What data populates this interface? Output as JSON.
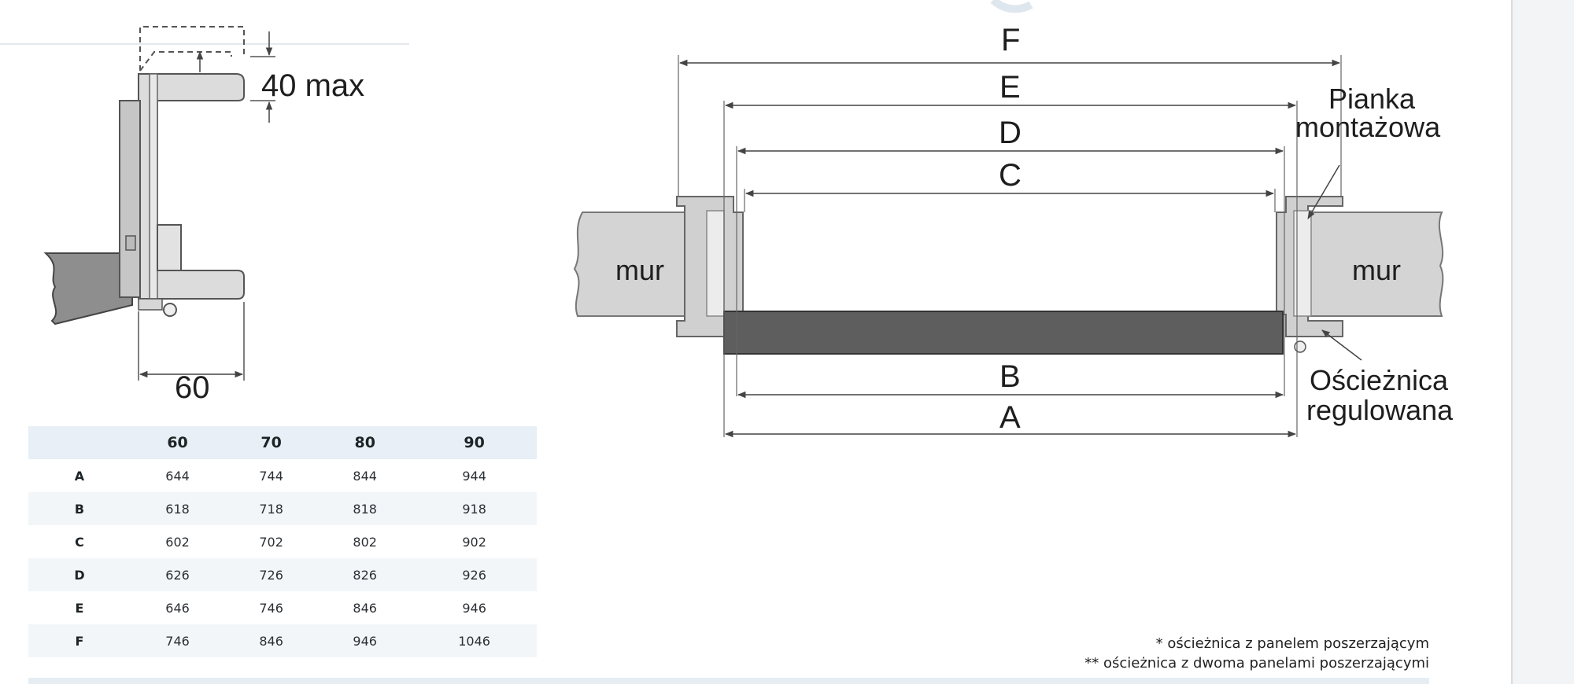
{
  "profile": {
    "max_label": "40 max",
    "width_label": "60"
  },
  "plan": {
    "dimension_letters": [
      "F",
      "E",
      "D",
      "C",
      "B",
      "A"
    ],
    "wall_left": "mur",
    "wall_right": "mur",
    "foam_label_line1": "Pianka",
    "foam_label_line2": "montażowa",
    "frame_label_line1": "Ościeżnica",
    "frame_label_line2": "regulowana"
  },
  "table": {
    "header": [
      "",
      "60",
      "70",
      "80",
      "90"
    ],
    "rows": [
      {
        "key": "A",
        "values": [
          "644",
          "744",
          "844",
          "944"
        ]
      },
      {
        "key": "B",
        "values": [
          "618",
          "718",
          "818",
          "918"
        ]
      },
      {
        "key": "C",
        "values": [
          "602",
          "702",
          "802",
          "902"
        ]
      },
      {
        "key": "D",
        "values": [
          "626",
          "726",
          "826",
          "926"
        ]
      },
      {
        "key": "E",
        "values": [
          "646",
          "746",
          "846",
          "946"
        ]
      },
      {
        "key": "F",
        "values": [
          "746",
          "846",
          "946",
          "1046"
        ]
      }
    ]
  },
  "footnotes": [
    "* ościeżnica z panelem poszerzającym",
    "** ościeżnica z dwoma panelami poszerzającymi"
  ],
  "colors": {
    "wall": "#d4d4d4",
    "frame": "#cfcfcf",
    "door_leaf": "#5e5e5e",
    "line": "#555555",
    "table_header": "#e8eff6"
  }
}
